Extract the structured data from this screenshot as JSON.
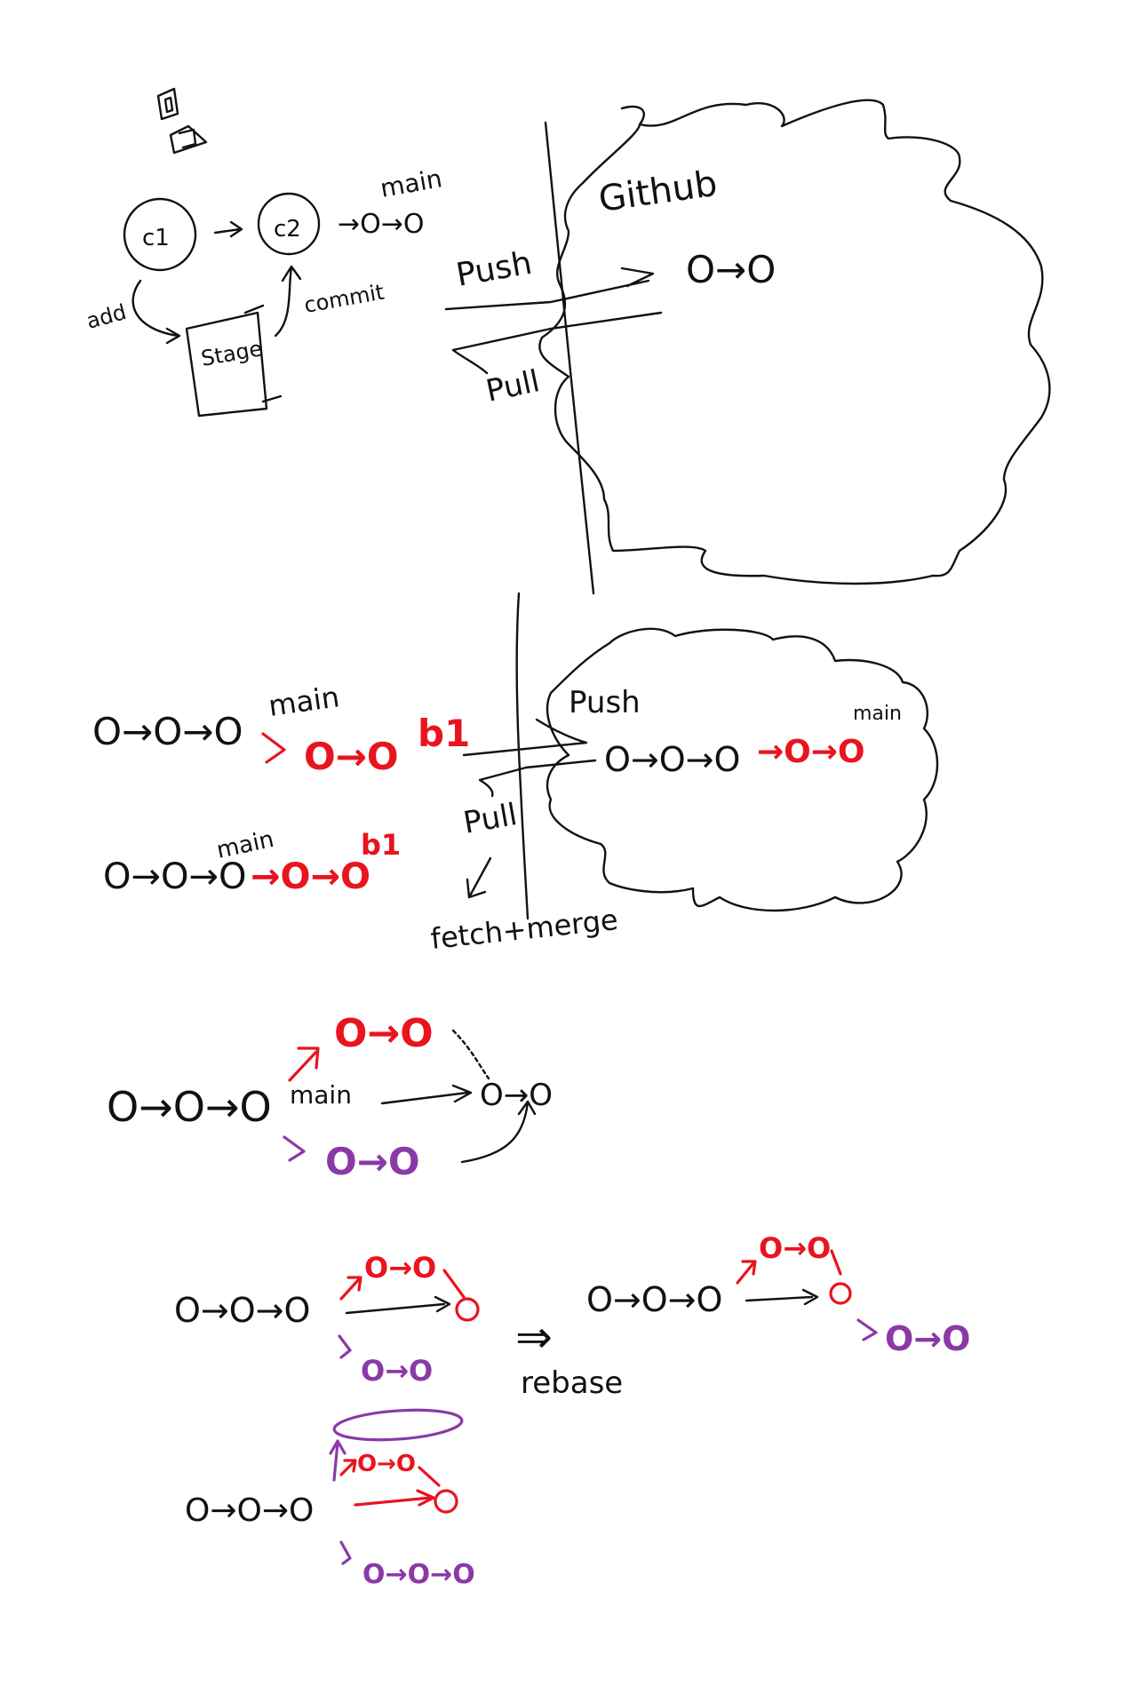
{
  "colors": {
    "ink": "#111111",
    "branch": "#e8141e",
    "branch2": "#8a3aa6",
    "remote_blue": "#3a4fb0"
  },
  "top": {
    "c1_label": "c1",
    "c2_label": "c2",
    "branch_main": "main",
    "chain": "→O→O",
    "add_label": "add",
    "stage_label": "Stage",
    "commit_label": "commit",
    "push_label": "Push",
    "pull_label": "Pull",
    "remote_label": "Github",
    "remote_chain": "O→O"
  },
  "middle": {
    "local1_chain": "O→O→O",
    "local1_main": "main",
    "local1_branch_chain": "O→O",
    "local1_branch": "b1",
    "local2_chain": "O→O→O",
    "local2_main": "main",
    "local2_branch_chain": "→O→O",
    "local2_branch": "b1",
    "push_label": "Push",
    "pull_label": "Pull",
    "fetch_merge_label": "fetch+merge",
    "remote_chain": "O→O→O",
    "remote_branch_chain": "→O→O",
    "remote_main": "main"
  },
  "merge": {
    "main_chain": "O→O→O",
    "main_label": "main",
    "red_chain": "O→O",
    "purple_chain": "O→O",
    "merged_chain": "O→O"
  },
  "rebase": {
    "left_chain": "O→O→O",
    "left_red_chain": "O→O",
    "left_purple_chain": "O→O",
    "rebase_arrow": "⇒",
    "rebase_label": "rebase",
    "right_chain": "O→O→O",
    "right_red_chain": "O→O",
    "right_purple_chain": "O→O"
  },
  "bottom": {
    "chain": "O→O→O",
    "red_chain": "O→O",
    "purple_chain": "O→O→O"
  }
}
